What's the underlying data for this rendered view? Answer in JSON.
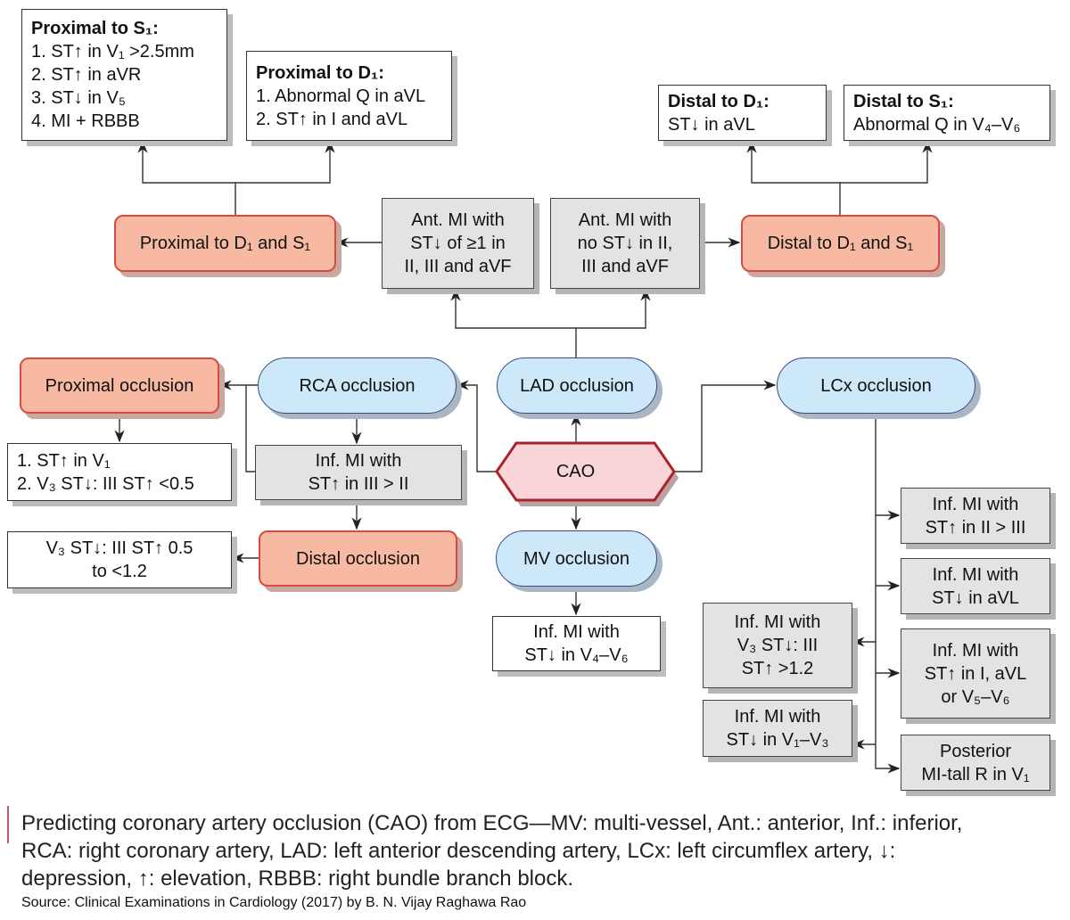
{
  "boxes": {
    "prox_s1": {
      "title": "Proximal to S₁:",
      "lines": [
        "1. ST↑ in V₁ >2.5mm",
        "2. ST↑ in aVR",
        "3. ST↓ in V₅",
        "4. MI + RBBB"
      ]
    },
    "prox_d1": {
      "title": "Proximal to D₁:",
      "lines": [
        "1. Abnormal Q in aVL",
        "2. ST↑ in I and aVL"
      ]
    },
    "dist_d1": {
      "title": "Distal to D₁:",
      "lines": [
        "ST↓ in aVL"
      ]
    },
    "dist_s1": {
      "title": "Distal to S₁:",
      "lines": [
        "Abnormal Q in V₄–V₆"
      ]
    },
    "prox_d1_s1": "Proximal to D₁ and S₁",
    "ant_mi_dep": [
      "Ant. MI with",
      "ST↓ of ≥1 in",
      "II, III and aVF"
    ],
    "ant_mi_nodep": [
      "Ant. MI with",
      "no ST↓ in II,",
      "III and aVF"
    ],
    "dist_d1_s1": "Distal to D₁ and S₁",
    "proximal_occlusion": "Proximal occlusion",
    "rca": "RCA occlusion",
    "lad": "LAD occlusion",
    "lcx": "LCx occlusion",
    "prox_occ_criteria": [
      "1. ST↑ in V₁",
      "2. V₃ ST↓: III ST↑ <0.5"
    ],
    "inf_mi_iii_ii": [
      "Inf. MI with",
      "ST↑ in III > II"
    ],
    "cao": "CAO",
    "distal_occ_criteria": [
      "V₃ ST↓: III ST↑ 0.5",
      "to <1.2"
    ],
    "distal_occlusion": "Distal occlusion",
    "mv": "MV occlusion",
    "mv_criteria": [
      "Inf. MI with",
      "ST↓ in V₄–V₆"
    ],
    "lcx_1": [
      "Inf. MI with",
      "ST↑ in II > III"
    ],
    "lcx_2": [
      "Inf. MI with",
      "ST↓ in aVL"
    ],
    "lcx_3": [
      "Inf. MI with",
      "ST↑ in I, aVL",
      "or V₅–V₆"
    ],
    "lcx_4": [
      "Posterior",
      "MI-tall R in V₁"
    ],
    "lcx_5": [
      "Inf. MI with",
      "V₃ ST↓: III",
      "ST↑ >1.2"
    ],
    "lcx_6": [
      "Inf. MI with",
      "ST↓ in V₁–V₃"
    ]
  },
  "caption": "Predicting coronary artery occlusion (CAO) from ECG—MV: multi-vessel, Ant.: anterior, Inf.: inferior, RCA: right coronary artery, LAD: left anterior descending artery, LCx: left circumflex artery, ↓: depression, ↑: elevation, RBBB: right bundle branch block.",
  "source": "Source: Clinical Examinations in Cardiology (2017) by B. N. Vijay Raghawa Rao",
  "colors": {
    "terminal": "#f7b9a2",
    "artery": "#cde8f8",
    "finding": "#e3e3e3",
    "cao": "#f9d4d8"
  }
}
